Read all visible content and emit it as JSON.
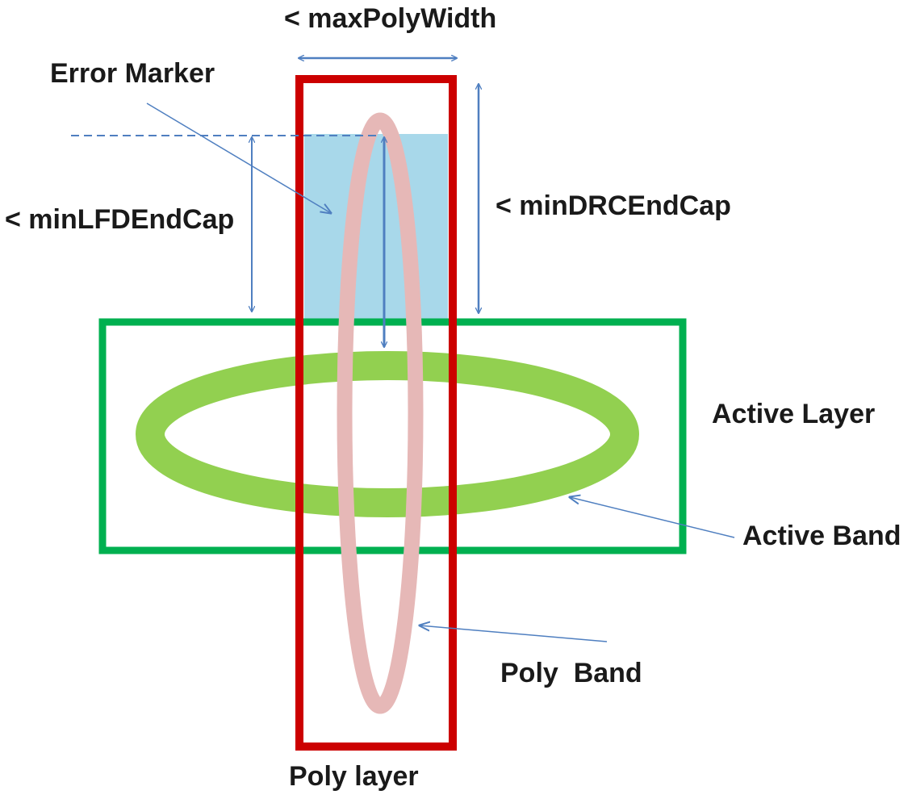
{
  "labels": {
    "max_poly_width": "< maxPolyWidth",
    "error_marker": "Error Marker",
    "min_lfd_end_cap": "< minLFDEndCap",
    "min_drc_end_cap": "< minDRCEndCap",
    "active_layer": "Active Layer",
    "active_band": "Active Band",
    "poly_band": "Poly  Band",
    "poly_layer": "Poly layer"
  },
  "colors": {
    "poly_layer": "#cc0000",
    "active_layer": "#00b050",
    "active_band": "#92d050",
    "poly_band": "#e6b8b7",
    "error_marker": "#a8d8ea",
    "arrows": "#4f7fc0"
  }
}
